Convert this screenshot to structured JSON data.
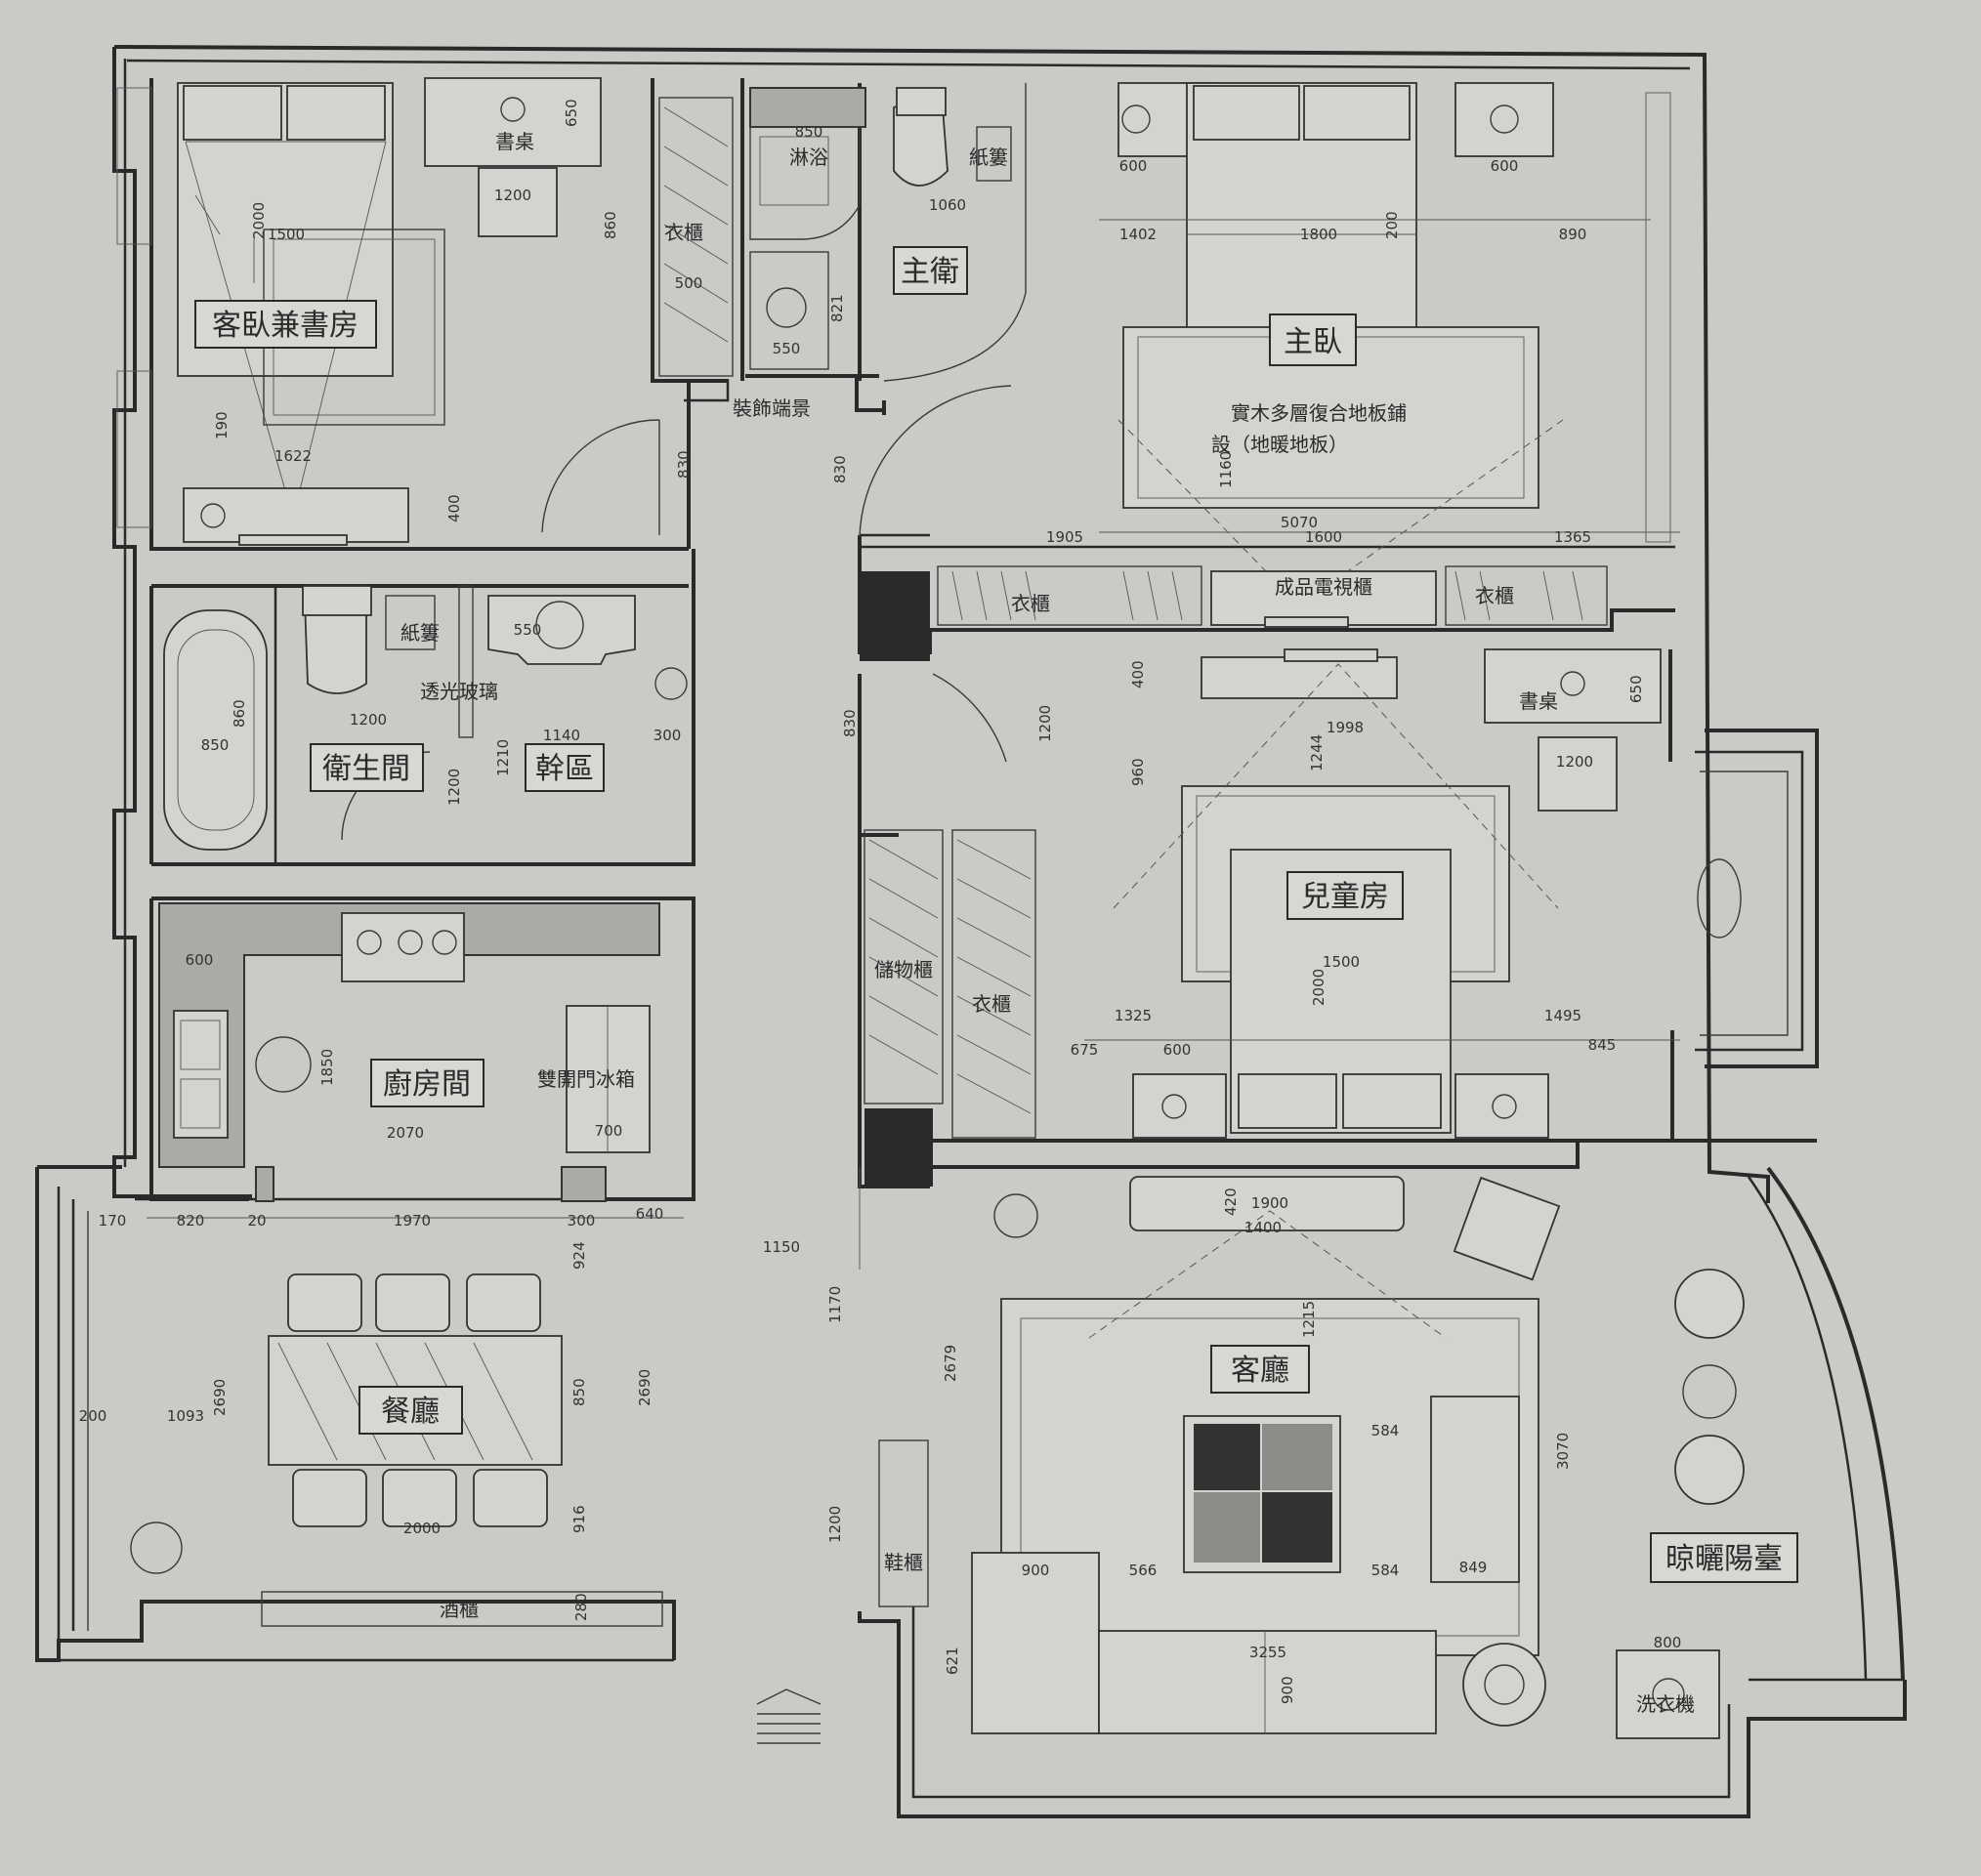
{
  "rooms": {
    "guest_study": "客臥兼書房",
    "master_bath": "主衛",
    "master_bedroom": "主臥",
    "bathroom": "衛生間",
    "dry_area": "幹區",
    "kitchen": "廚房間",
    "children_room": "兒童房",
    "dining": "餐廳",
    "living": "客廳",
    "balcony": "晾曬陽臺"
  },
  "labels": {
    "desk_1": "書桌",
    "desk_2": "書桌",
    "wardrobe_1": "衣櫃",
    "wardrobe_2": "衣櫃",
    "wardrobe_3": "衣櫃",
    "wardrobe_4": "衣櫃",
    "bathing": "淋浴",
    "tissue_1": "紙簍",
    "tissue_2": "紙簍",
    "decor_entrance": "裝飾端景",
    "floor_note_1": "實木多層復合地板鋪",
    "floor_note_2": "設（地暖地板）",
    "tv_cabinet": "成品電視櫃",
    "glass": "透光玻璃",
    "fridge": "雙開門冰箱",
    "storage": "儲物櫃",
    "shoe_cabinet": "鞋櫃",
    "wine_cabinet": "酒櫃",
    "washer": "洗衣機"
  },
  "dimensions": {
    "d650a": "650",
    "d1200a": "1200",
    "d860": "860",
    "d2000a": "2000",
    "d1500a": "1500",
    "d500": "500",
    "d190": "190",
    "d1622": "1622",
    "d400a": "400",
    "d830a": "830",
    "d850": "850",
    "d1060": "1060",
    "d821": "821",
    "d550a": "550",
    "d600a": "600",
    "d600b": "600",
    "d1402": "1402",
    "d1800": "1800",
    "d200": "200",
    "d890": "890",
    "d1160": "1160",
    "d5070": "5070",
    "d1905": "1905",
    "d1600": "1600",
    "d1365": "1365",
    "d830b": "830",
    "d550b": "550",
    "d1200b": "1200",
    "d850b": "850",
    "d860b": "860",
    "d1140": "1140",
    "d300a": "300",
    "d1210": "1210",
    "d1200c": "1200",
    "d600c": "600",
    "d1850": "1850",
    "d2070": "2070",
    "d700": "700",
    "d400b": "400",
    "d1998": "1998",
    "d1244": "1244",
    "d960": "960",
    "d650b": "650",
    "d1200d": "1200",
    "d1200e": "1200",
    "d830c": "830",
    "d1500b": "1500",
    "d2000b": "2000",
    "d1325": "1325",
    "d1495": "1495",
    "d675": "675",
    "d600d": "600",
    "d845": "845",
    "d170a": "170",
    "d820": "820",
    "d20": "20",
    "d1970": "1970",
    "d300b": "300",
    "d640": "640",
    "d1150": "1150",
    "d924": "924",
    "d200b": "200",
    "d1093": "1093",
    "d2690a": "2690",
    "d850c": "850",
    "d2690b": "2690",
    "d916": "916",
    "d2000c": "2000",
    "d280": "280",
    "d1170": "1170",
    "d2679": "2679",
    "d1200f": "1200",
    "d1900": "1900",
    "d1400": "1400",
    "d420": "420",
    "d1215": "1215",
    "d584a": "584",
    "d566": "566",
    "d584b": "584",
    "d849": "849",
    "d900a": "900",
    "d3255": "3255",
    "d900b": "900",
    "d621": "621",
    "d3070": "3070",
    "d800": "800"
  }
}
